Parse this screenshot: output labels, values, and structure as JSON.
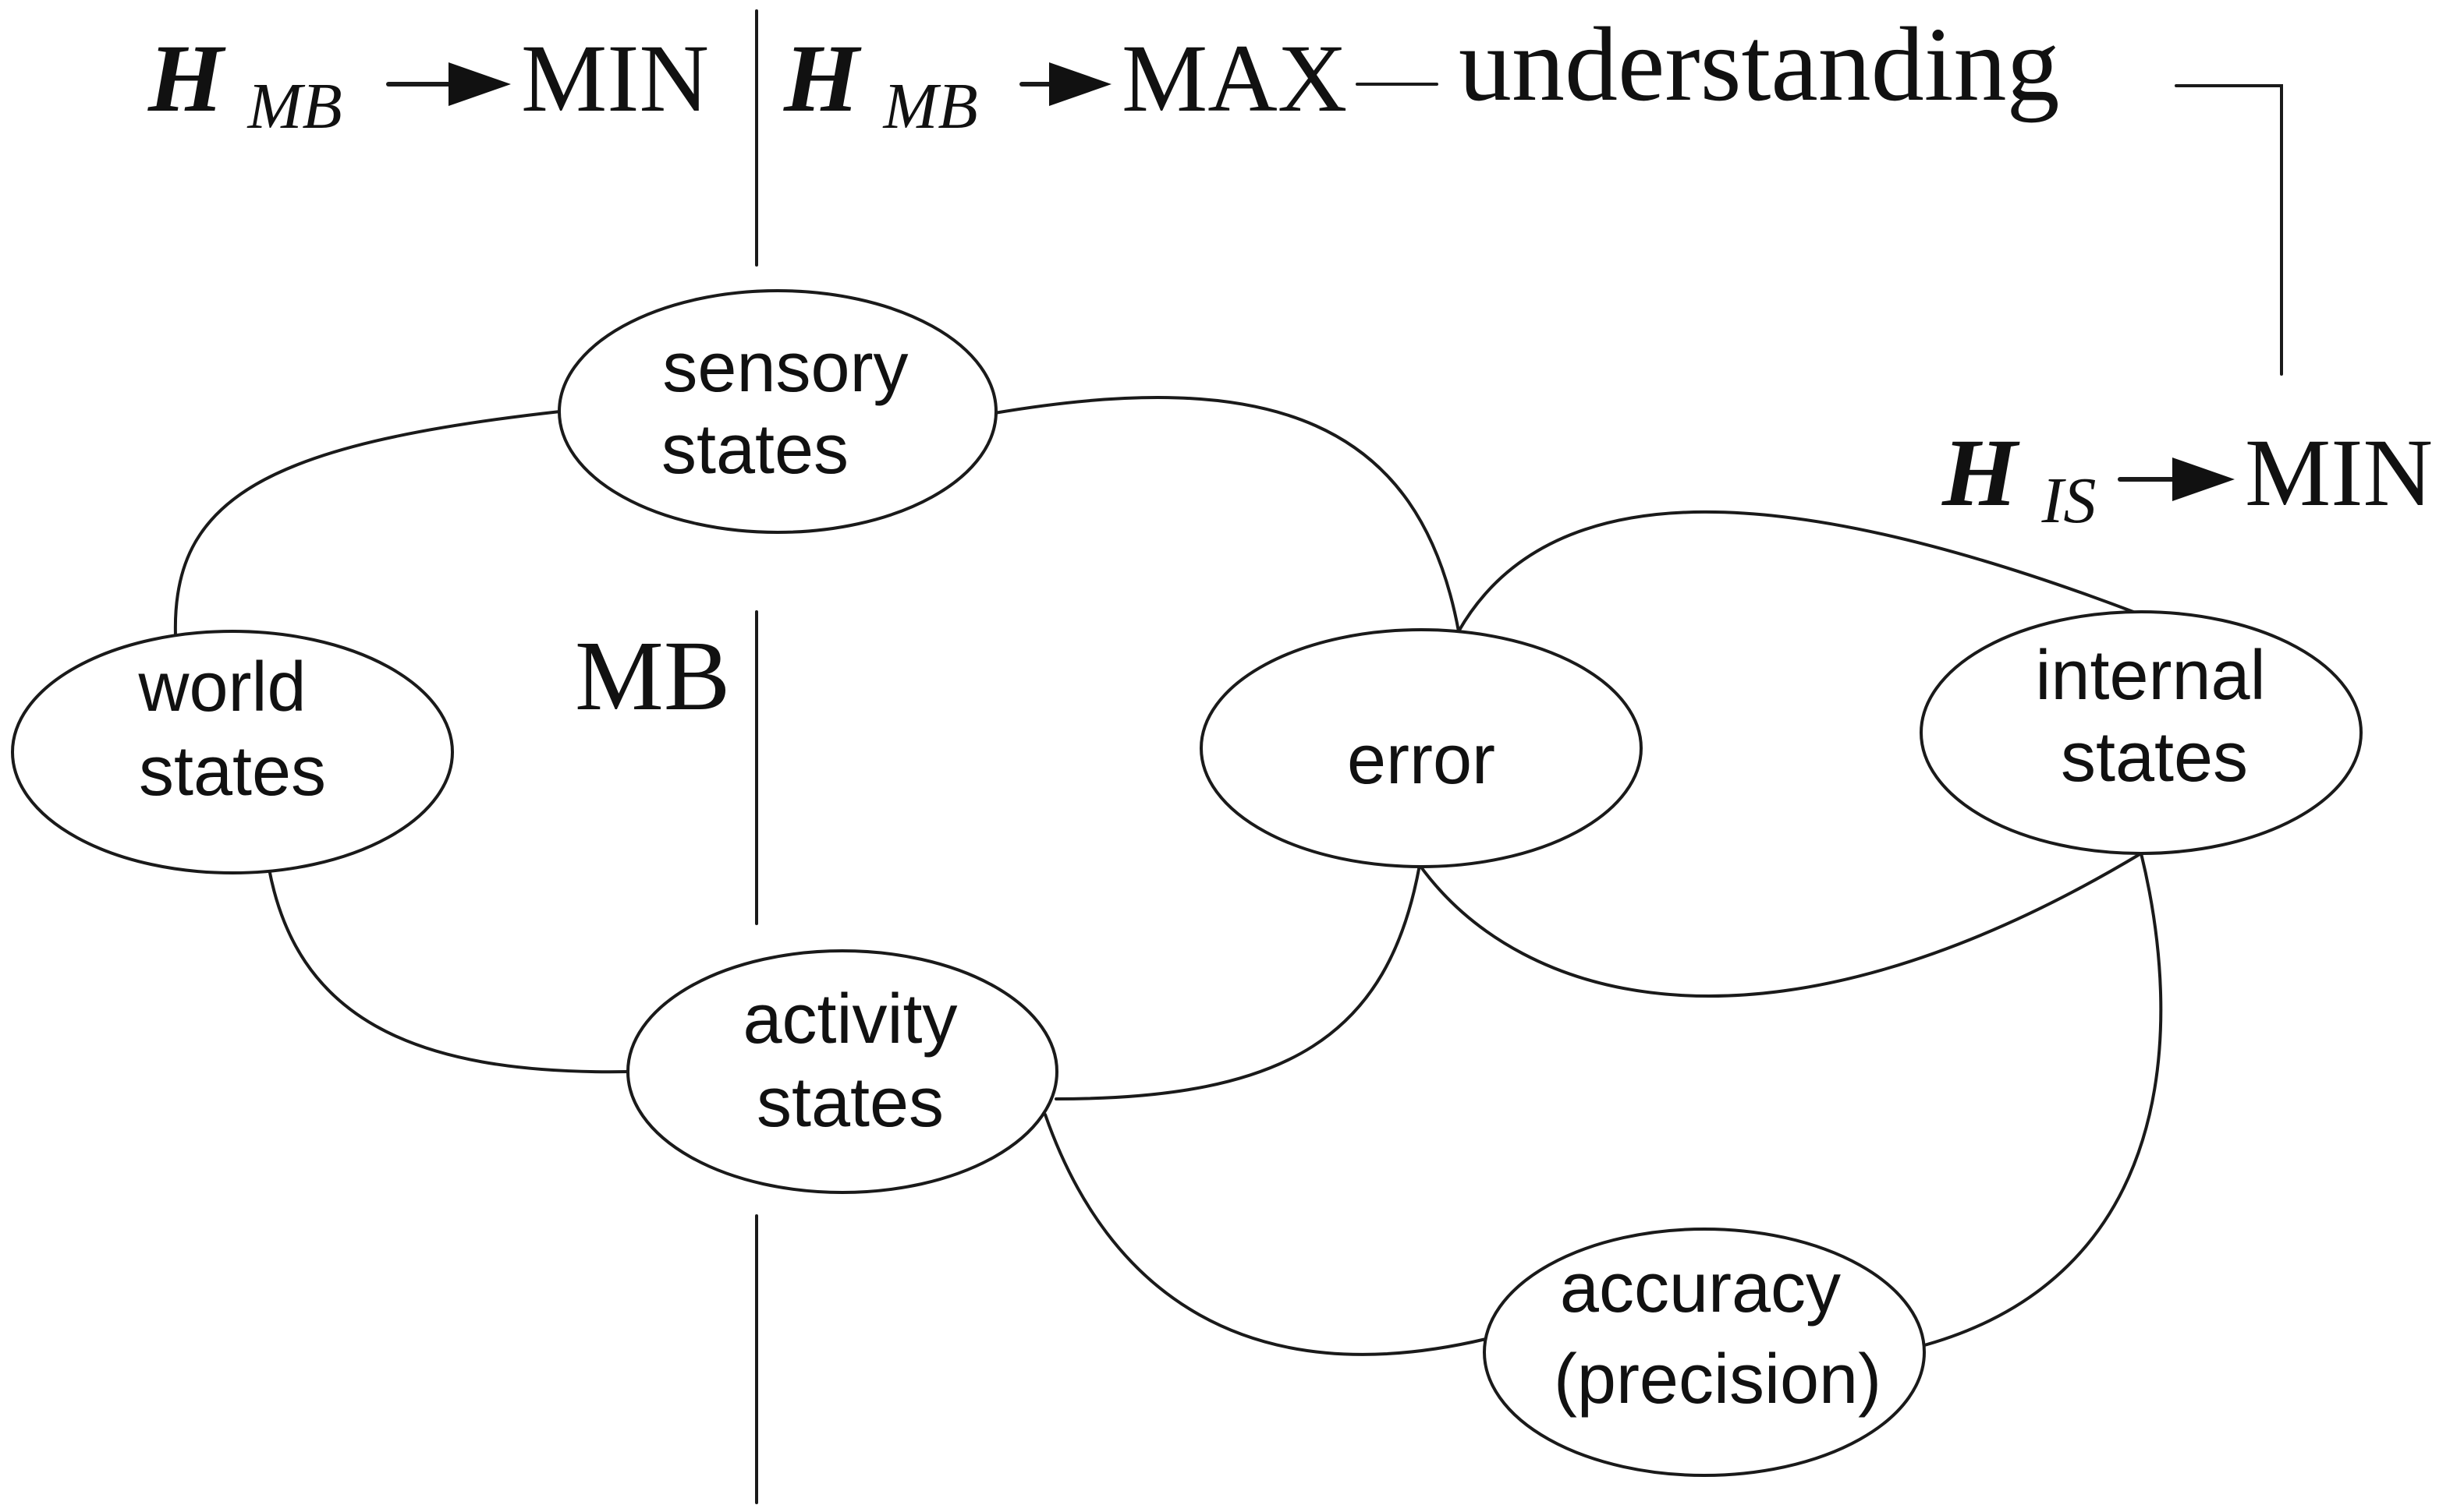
{
  "equations": {
    "left": {
      "symbol": "H",
      "subscript": "MB",
      "target": "MIN"
    },
    "middle": {
      "symbol": "H",
      "subscript": "MB",
      "target": "MAX"
    },
    "right": {
      "symbol": "H",
      "subscript": "IS",
      "target": "MIN"
    }
  },
  "understanding_label": "understanding",
  "boundary_label": "MB",
  "nodes": {
    "sensory": [
      "sensory",
      "states"
    ],
    "world": [
      "world",
      "states"
    ],
    "activity": [
      "activity",
      "states"
    ],
    "error": [
      "error"
    ],
    "internal": [
      "internal",
      "states"
    ],
    "accuracy": [
      "accuracy",
      "(precision)"
    ]
  }
}
